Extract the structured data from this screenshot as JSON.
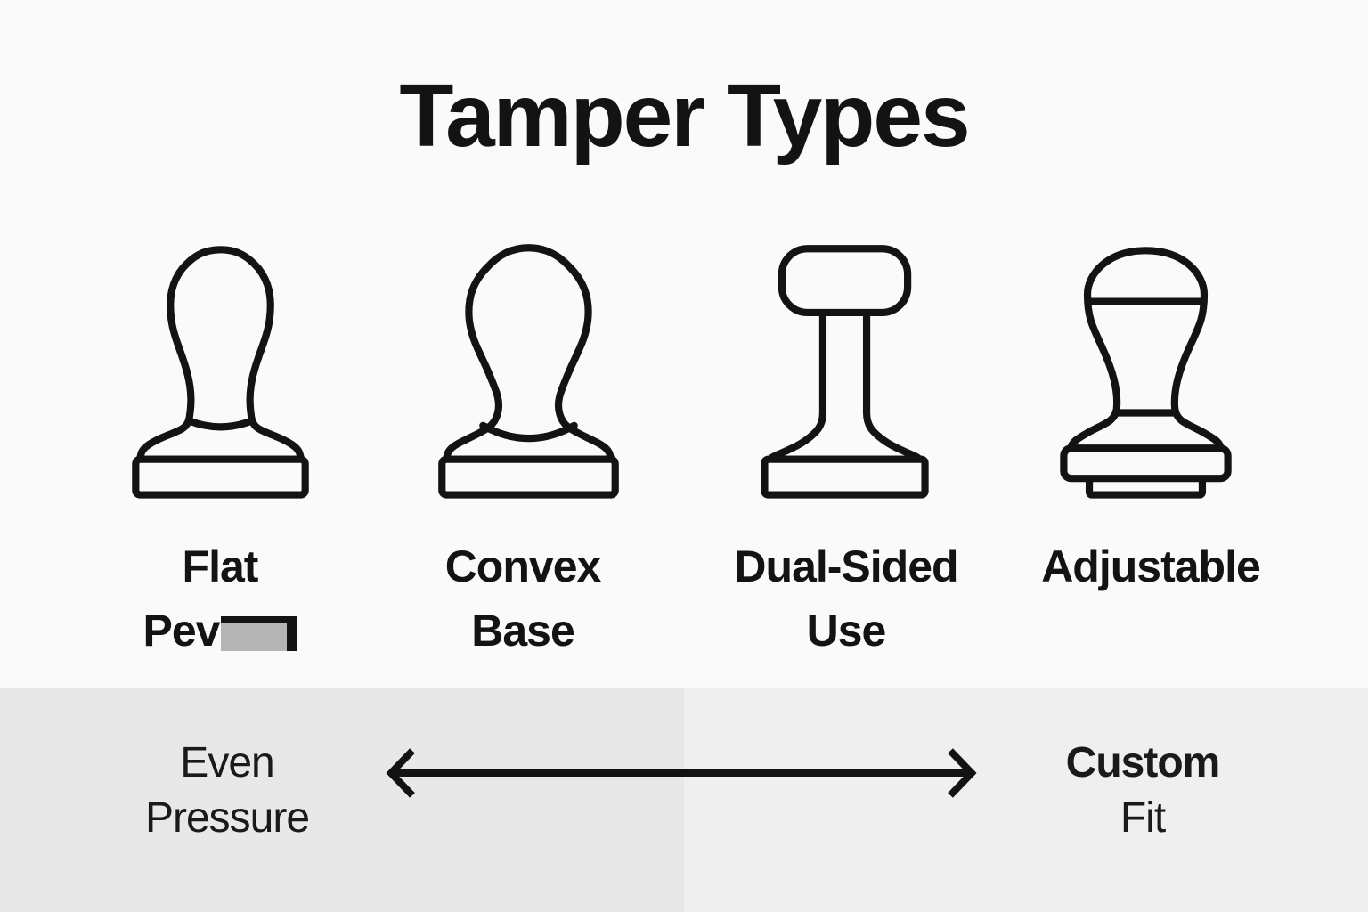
{
  "title": "Tamper Types",
  "tampers": [
    {
      "icon": "flat-tamper-icon",
      "label_line1": "Flat",
      "label_line2": "Pev",
      "label_line2_glitched": true
    },
    {
      "icon": "convex-tamper-icon",
      "label_line1": "Convex",
      "label_line2": "Base"
    },
    {
      "icon": "dual-sided-tamper-icon",
      "label_line1": "Dual-Sided",
      "label_line2": "Use"
    },
    {
      "icon": "adjustable-tamper-icon",
      "label_line1": "Adjustable",
      "label_line2": ""
    }
  ],
  "spectrum": {
    "left": {
      "line1": "Even",
      "line2": "Pressure"
    },
    "right": {
      "line1": "Custom",
      "line2": "Fit"
    },
    "arrow_icon": "double-headed-arrow-icon"
  },
  "colors": {
    "background_top": "#fafafa",
    "band_left": "#e8e8e8",
    "band_right": "#efefef",
    "ink": "#131313",
    "glitch_box_fill": "#b4b4b4"
  }
}
